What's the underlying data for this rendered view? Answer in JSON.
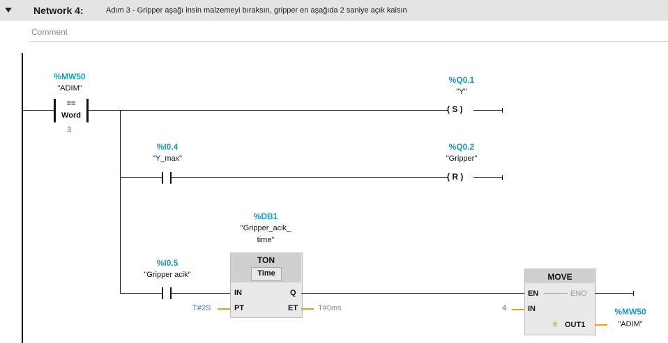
{
  "network": {
    "title": "Network 4:",
    "description": "Adım 3 - Gripper aşağı insin malzemeyi bıraksın, gripper en aşağıda 2 saniye açık kalsın",
    "comment_placeholder": "Comment"
  },
  "compare": {
    "address": "%MW50",
    "tag": "\"ADIM\"",
    "op": "==",
    "type": "Word",
    "value": "3"
  },
  "coil_set": {
    "address": "%Q0.1",
    "tag": "\"Y\"",
    "label": "( S )"
  },
  "contact_ymax": {
    "address": "%I0.4",
    "tag": "\"Y_max\""
  },
  "coil_reset": {
    "address": "%Q0.2",
    "tag": "\"Gripper\"",
    "label": "( R )"
  },
  "timer": {
    "db_address": "%DB1",
    "db_tag_line1": "\"Gripper_acik_",
    "db_tag_line2": "time\"",
    "type": "TON",
    "subtype": "Time",
    "pin_in": "IN",
    "pin_pt": "PT",
    "pin_q": "Q",
    "pin_et": "ET",
    "pt_value": "T#2S",
    "et_value": "T#0ms"
  },
  "contact_gripper": {
    "address": "%I0.5",
    "tag": "\"Gripper acik\""
  },
  "move": {
    "title": "MOVE",
    "pin_en": "EN",
    "pin_eno": "ENO",
    "pin_in": "IN",
    "pin_out": "OUT1",
    "in_value": "4",
    "out_address": "%MW50",
    "out_tag": "\"ADIM\""
  }
}
